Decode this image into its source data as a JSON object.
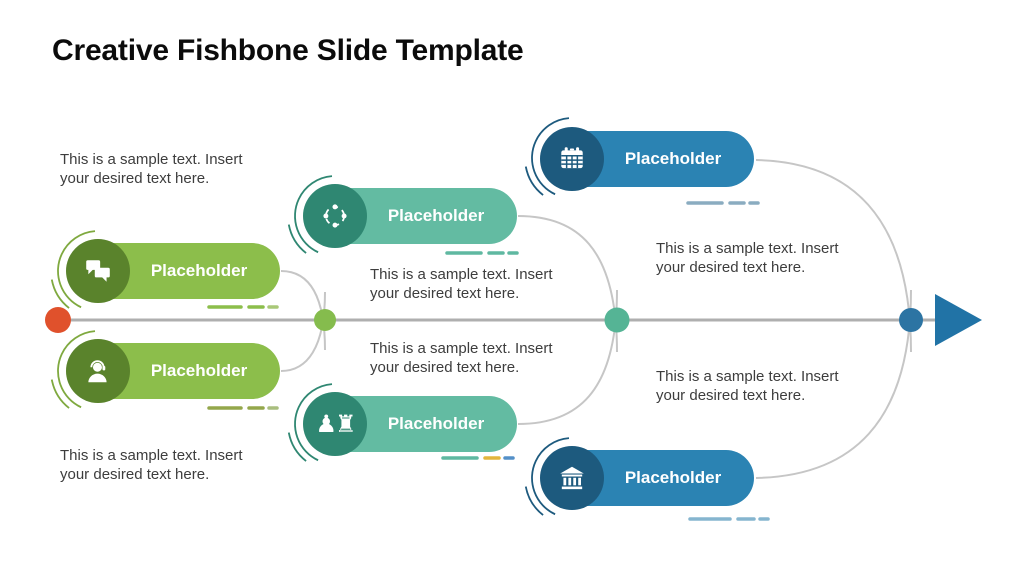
{
  "title": "Creative Fishbone Slide Template",
  "sample_texts": [
    "This is a sample text. Insert your desired text here.",
    "This is a sample text. Insert your desired text here.",
    "This is a sample text. Insert your desired text here.",
    "This is a sample text. Insert your desired text here.",
    "This is a sample text. Insert your desired text here.",
    "This is a sample text. Insert your desired text here."
  ],
  "pills": [
    {
      "label": "Placeholder",
      "icon": "chat-bubbles-icon",
      "pill_color": "#8CBE4B",
      "circle_color": "#5A832C"
    },
    {
      "label": "Placeholder",
      "icon": "support-agent-icon",
      "pill_color": "#8CBE4B",
      "circle_color": "#5A832C"
    },
    {
      "label": "Placeholder",
      "icon": "team-target-icon",
      "pill_color": "#63BBA2",
      "circle_color": "#2F8772"
    },
    {
      "label": "Placeholder",
      "icon": "chess-strategy-icon",
      "pill_color": "#63BBA2",
      "circle_color": "#2F8772",
      "glyph": "♟♜"
    },
    {
      "label": "Placeholder",
      "icon": "calendar-icon",
      "pill_color": "#2B83B3",
      "circle_color": "#1D5A7E"
    },
    {
      "label": "Placeholder",
      "icon": "bank-icon",
      "pill_color": "#2B83B3",
      "circle_color": "#1D5A7E"
    }
  ],
  "diagram": {
    "spine_color": "#AFAFAF",
    "rib_color": "#C6C6C6",
    "start_dot_color": "#E0512C",
    "green_dot_color": "#85BC4D",
    "teal_dot_color": "#55B495",
    "blue_dot_color": "#2C74A3",
    "arrow_color": "#2173A6",
    "accent_yellow": "#E3B53C",
    "accent_blue_dash": "#5490C8"
  }
}
